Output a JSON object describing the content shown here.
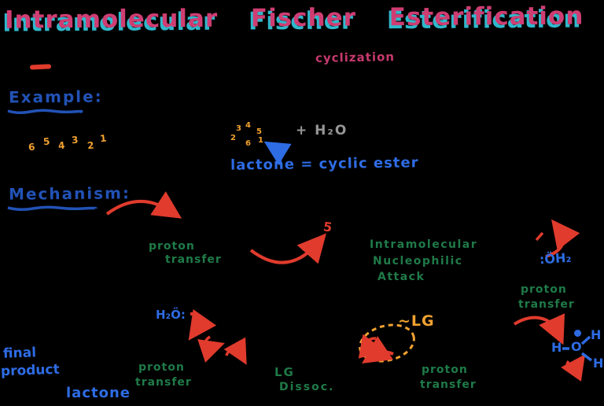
{
  "colors": {
    "background": "#000000",
    "title_pink": "#cf3d72",
    "title_cyan": "#2fb8cc",
    "red_arrow": "#e03b2d",
    "blue_heading": "#2252b6",
    "blue_bright": "#2e6ce4",
    "green": "#1f7a48",
    "orange": "#f2a231",
    "gray": "#969696",
    "pink": "#c73a6d"
  },
  "title": "Intramolecular Fischer Esterification",
  "annotations": {
    "cyclization": "cyclization"
  },
  "example": {
    "heading": "Example:",
    "chain_numbers": [
      "6",
      "5",
      "4",
      "3",
      "2",
      "1"
    ],
    "ring_numbers": [
      "3",
      "4",
      "5",
      "2",
      "6",
      "1"
    ],
    "plus_water": "+  H₂O",
    "lactone_note": "lactone = cyclic ester"
  },
  "mechanism": {
    "heading": "Mechanism:",
    "proton_transfer_1": {
      "line1": "proton",
      "line2": "transfer"
    },
    "ring_size": "5",
    "attack": {
      "line1": "Intramolecular",
      "line2": "Nucleophilic",
      "line3": "Attack"
    },
    "water_leaving": ":ÖH₂",
    "proton_transfer_2": {
      "line1": "proton",
      "line2": "transfer"
    },
    "water_nucleophile": "H₂Ö:",
    "proton_transfer_3": {
      "line1": "proton",
      "line2": "transfer"
    },
    "lg_label": "~LG",
    "lg_dissociation": {
      "line1": "LG",
      "line2": "Dissoc."
    },
    "proton_transfer_4": {
      "line1": "proton",
      "line2": "transfer"
    },
    "hydronium": {
      "h_left": "H",
      "o": "O",
      "h_top": "H",
      "h_bottom": "H"
    }
  },
  "footer": {
    "final_product": {
      "line1": "final",
      "line2": "product"
    },
    "lactone": "lactone"
  }
}
